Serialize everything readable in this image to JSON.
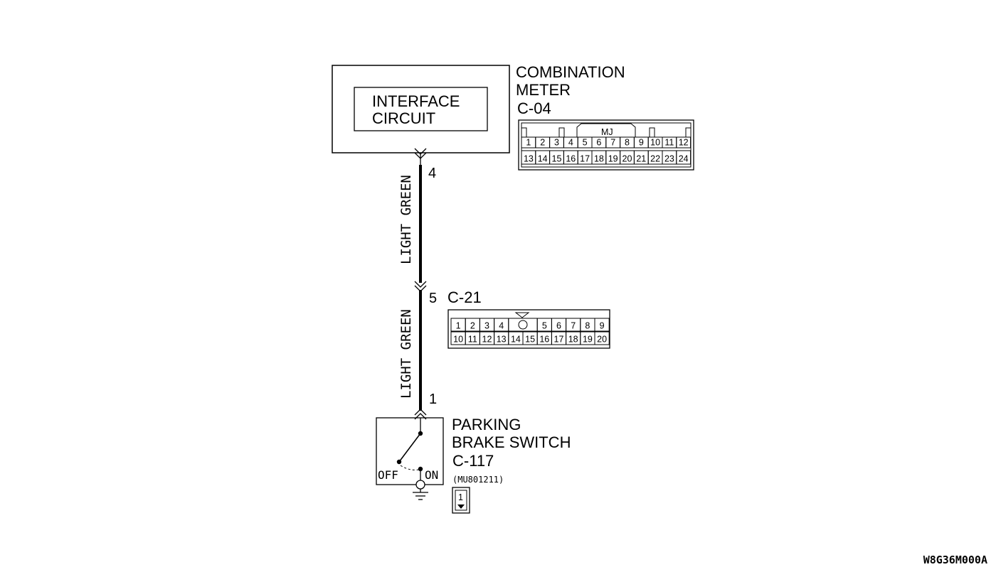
{
  "combination_meter": {
    "title_line1": "COMBINATION",
    "title_line2": "METER",
    "connector": "C-04",
    "inner_block_line1": "INTERFACE",
    "inner_block_line2": "CIRCUIT",
    "connector_tag": "MJ",
    "pins_top": [
      "1",
      "2",
      "3",
      "4",
      "5",
      "6",
      "7",
      "8",
      "9",
      "10",
      "11",
      "12"
    ],
    "pins_bottom": [
      "13",
      "14",
      "15",
      "16",
      "17",
      "18",
      "19",
      "20",
      "21",
      "22",
      "23",
      "24"
    ]
  },
  "harness": {
    "upper_wire_color": "LIGHT GREEN",
    "lower_wire_color": "LIGHT GREEN",
    "pin_meter": "4",
    "pin_joint": "5",
    "pin_switch": "1"
  },
  "joint_connector": {
    "name": "C-21",
    "pins_top": [
      "1",
      "2",
      "3",
      "4",
      "5",
      "6",
      "7",
      "8",
      "9"
    ],
    "pins_bottom": [
      "10",
      "11",
      "12",
      "13",
      "14",
      "15",
      "16",
      "17",
      "18",
      "19",
      "20"
    ]
  },
  "parking_brake_switch": {
    "title_line1": "PARKING",
    "title_line2": "BRAKE SWITCH",
    "connector": "C-117",
    "off_label": "OFF",
    "on_label": "ON",
    "part_number": "(MU801211)",
    "pin": "1"
  },
  "drawing_id": "W8G36M000A"
}
